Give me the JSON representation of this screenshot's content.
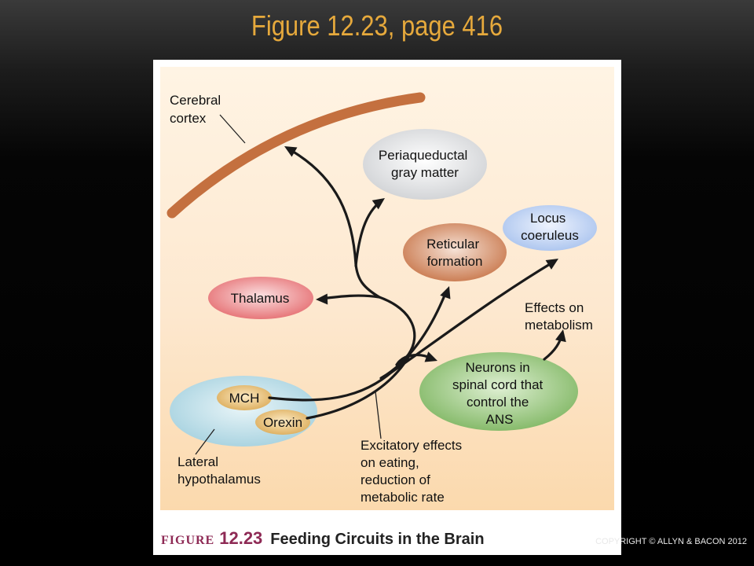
{
  "slide": {
    "title": "Figure 12.23, page 416",
    "copyright": "COPYRIGHT © ALLYN & BACON 2012"
  },
  "colors": {
    "title": "#e6a93c",
    "cortex": "#c4703f",
    "arrow": "#1a1a1a",
    "periaqueductal": "#d9dadc",
    "locus": "#b9cff1",
    "reticular": "#cf8455",
    "thalamus": "#ec7e80",
    "neurons": "#8fc173",
    "hypothalamus": "#b6dbe6",
    "nucleus": "#e9c27a"
  },
  "diagram": {
    "labels": {
      "cerebral_cortex": [
        "Cerebral",
        "cortex"
      ],
      "periaqueductal": [
        "Periaqueductal",
        "gray matter"
      ],
      "locus_coeruleus": [
        "Locus",
        "coeruleus"
      ],
      "reticular_formation": [
        "Reticular",
        "formation"
      ],
      "thalamus": [
        "Thalamus"
      ],
      "effects_metabolism": [
        "Effects on",
        "metabolism"
      ],
      "neurons_spinal": [
        "Neurons in",
        "spinal cord that",
        "control the",
        "ANS"
      ],
      "mch": "MCH",
      "orexin": "Orexin",
      "lateral_hypothalamus": [
        "Lateral",
        "hypothalamus"
      ],
      "excitatory_effects": [
        "Excitatory effects",
        "on eating,",
        "reduction of",
        "metabolic rate"
      ]
    }
  },
  "caption": {
    "figure_word": "FIGURE",
    "figure_number": "12.23",
    "figure_title": "Feeding Circuits in the Brain"
  }
}
